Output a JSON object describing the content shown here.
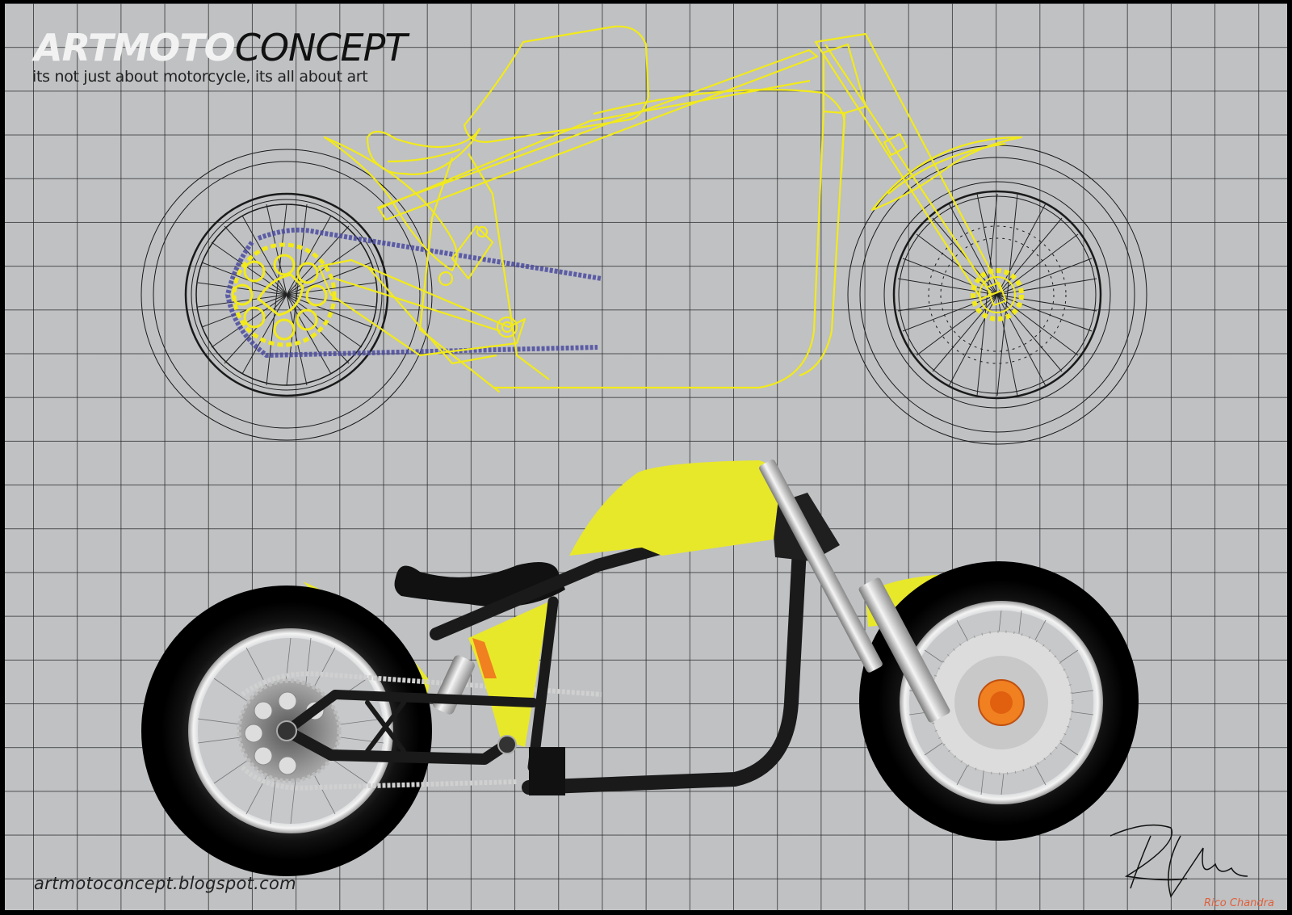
{
  "header": {
    "brand_part1": "ARTMOTO",
    "brand_part2": "CONCEPT",
    "tagline": "its not just about motorcycle, its all about art"
  },
  "footer": {
    "url": "artmotoconcept.blogspot.com",
    "artist_name": "Rico Chandra"
  },
  "colors": {
    "background": "#bfc1c3",
    "grid": "#333333",
    "wireframe_yellow": "#f2ea1a",
    "chain_blue": "#4a4aa0",
    "body_yellow": "#e8e82a",
    "frame_black": "#1a1a1a",
    "hub_orange": "#f08020",
    "signature_orange": "#e0603a"
  },
  "illustrations": {
    "top": "wireframe-motorcycle-blueprint",
    "bottom": "rendered-yellow-bobber-motorcycle"
  }
}
